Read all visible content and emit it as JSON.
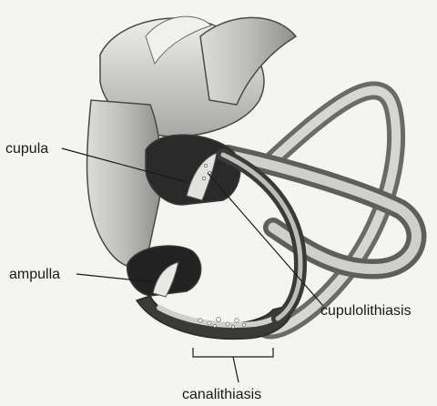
{
  "labels": {
    "cupula": "cupula",
    "ampulla": "ampulla",
    "cupulolithiasis": "cupulolithiasis",
    "canalithiasis": "canalithiasis"
  },
  "colors": {
    "background": "#f4f4f2",
    "ink": "#1a1a1a",
    "shade_dark": "#2a2a2a",
    "shade_mid": "#9a9a98",
    "shade_light": "#e2e2e0"
  }
}
